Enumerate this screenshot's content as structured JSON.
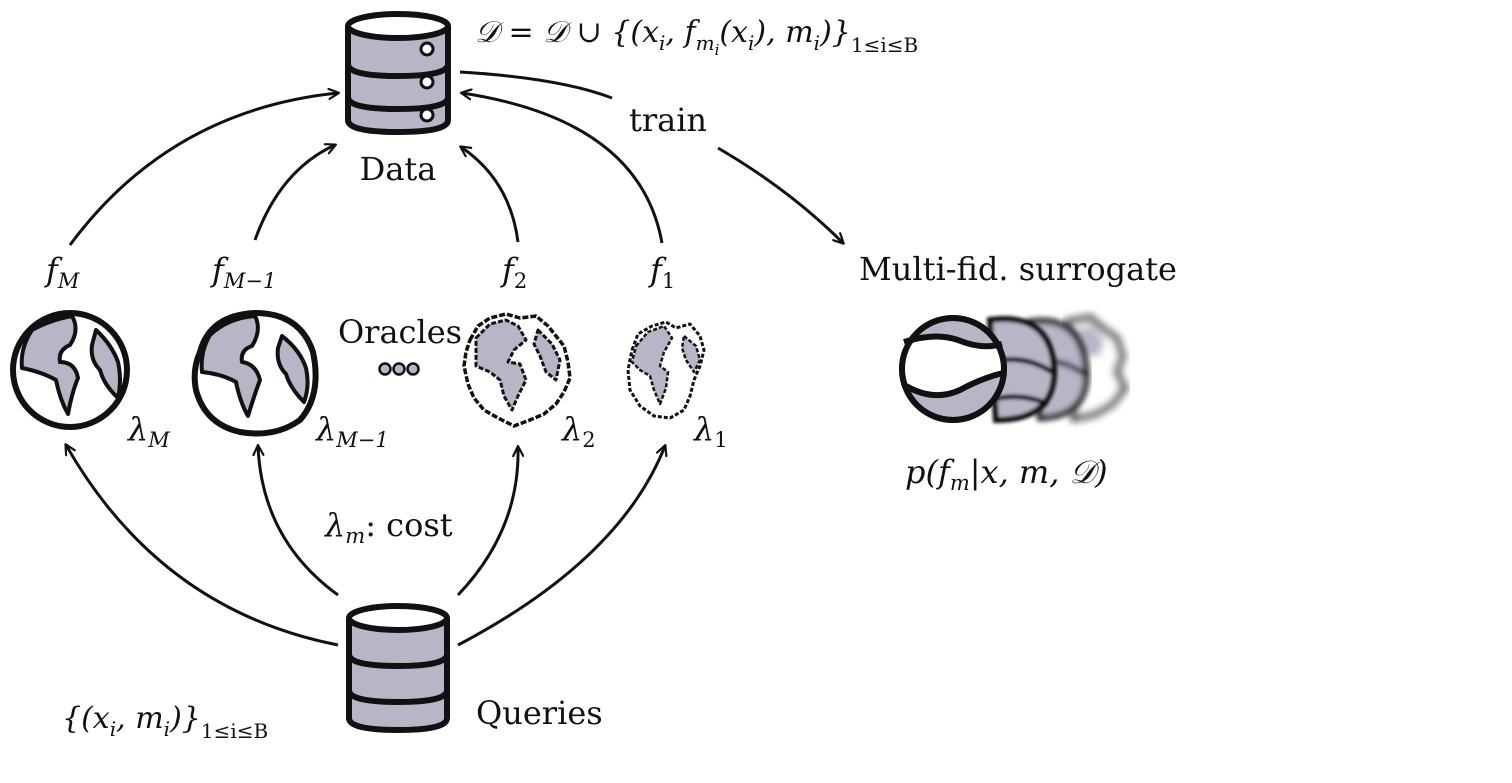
{
  "labels": {
    "data_formula": "𝒟 = 𝒟 ∪ {(xᵢ, f_{mᵢ}(xᵢ), mᵢ)}_{1≤i≤B}",
    "data_formula_main": "𝒟 = 𝒟 ∪ {(x",
    "data_formula_i1": "i",
    "data_formula_mid": ", f",
    "data_formula_mi": "m",
    "data_formula_ii": "i",
    "data_formula_mid2": "(x",
    "data_formula_i3": "i",
    "data_formula_mid3": "), m",
    "data_formula_i4": "i",
    "data_formula_end": ")}",
    "data_formula_sub": "1≤i≤B",
    "data": "Data",
    "train": "train",
    "surrogate": "Multi-fid. surrogate",
    "surrogate_formula": "p(f",
    "surrogate_formula_sub": "m",
    "surrogate_formula_end": "|x, m, 𝒟)",
    "oracles": "Oracles",
    "cost_lambda": "λ",
    "cost_sub": "m",
    "cost_text": ": cost",
    "queries": "Queries",
    "queries_formula": "{(x",
    "queries_formula_i1": "i",
    "queries_formula_mid": ", m",
    "queries_formula_i2": "i",
    "queries_formula_end": ")}",
    "queries_formula_sub": "1≤i≤B"
  },
  "oracles": [
    {
      "f": "f",
      "f_sub": "M",
      "lambda": "λ",
      "lambda_sub": "M"
    },
    {
      "f": "f",
      "f_sub": "M−1",
      "lambda": "λ",
      "lambda_sub": "M−1"
    },
    {
      "f": "f",
      "f_sub": "2",
      "lambda": "λ",
      "lambda_sub": "2"
    },
    {
      "f": "f",
      "f_sub": "1",
      "lambda": "λ",
      "lambda_sub": "1"
    }
  ],
  "colors": {
    "fill": "#b7b5c6",
    "ink": "#111111"
  }
}
